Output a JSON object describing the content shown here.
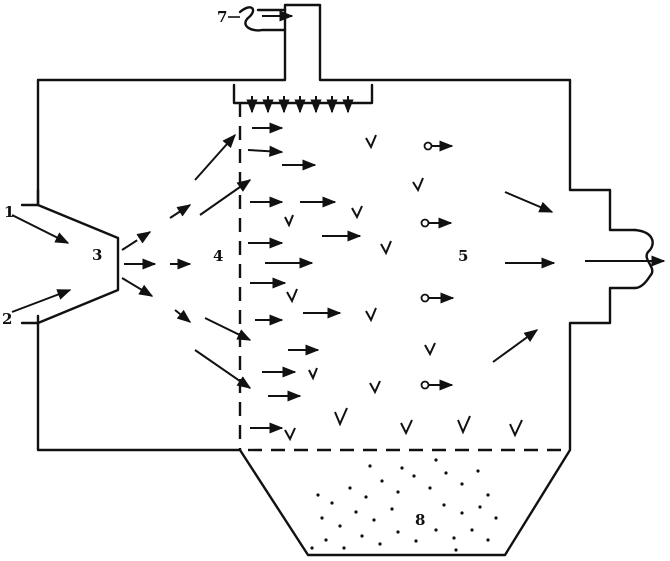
{
  "labels": {
    "l1": "1",
    "l2": "2",
    "l3": "3",
    "l4": "4",
    "l5": "5",
    "l7": "7",
    "l8": "8"
  },
  "colors": {
    "ink": "#111111",
    "background": "#ffffff"
  }
}
